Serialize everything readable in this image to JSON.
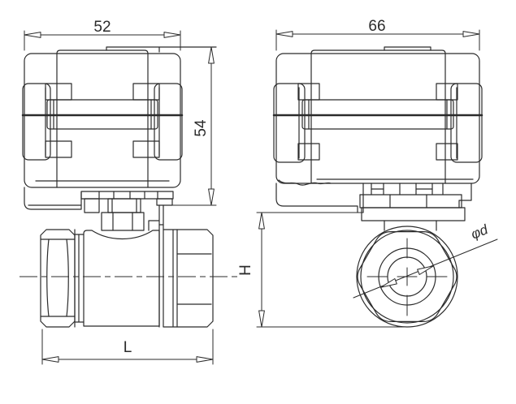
{
  "drawing": {
    "description": "Two-view technical drawing of a motorized ball valve (actuator on top of two-way threaded ball valve)"
  },
  "dimensions": {
    "front_width": "52",
    "front_height": "54",
    "front_length": "L",
    "side_width": "66",
    "side_height": "H",
    "port_diameter": "φd"
  },
  "colors": {
    "line": "#2b2b2b",
    "background": "#ffffff"
  }
}
